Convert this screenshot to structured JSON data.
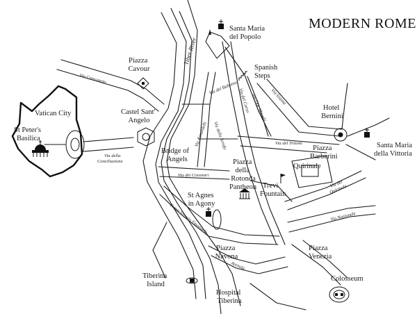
{
  "map": {
    "title": "MODERN ROME",
    "river_label": "Tiber River",
    "landmarks": [
      {
        "id": "santa-maria-del-popolo",
        "lines": [
          "Santa Maria",
          "del Popolo"
        ],
        "icon": "church-icon"
      },
      {
        "id": "piazza-cavour",
        "lines": [
          "Piazza",
          "Cavour"
        ],
        "icon": "square-marker-icon"
      },
      {
        "id": "spanish-steps",
        "lines": [
          "Spanish",
          "Steps"
        ],
        "icon": "steps-icon"
      },
      {
        "id": "vatican-city",
        "lines": [
          "Vatican City"
        ],
        "icon": ""
      },
      {
        "id": "st-peters-basilica",
        "lines": [
          "St Peter's",
          "Basilica"
        ],
        "icon": "dome-icon"
      },
      {
        "id": "castel-sant-angelo",
        "lines": [
          "Castel Sant'",
          "Angelo"
        ],
        "icon": "castle-icon"
      },
      {
        "id": "hotel-bernini",
        "lines": [
          "Hotel",
          "Bernini"
        ],
        "icon": "fountain-circle-icon"
      },
      {
        "id": "santa-maria-della-vittoria",
        "lines": [
          "Santa Maria",
          "della Vittoria"
        ],
        "icon": "church-icon"
      },
      {
        "id": "bridge-of-angels",
        "lines": [
          "Bridge of",
          "Angels"
        ],
        "icon": ""
      },
      {
        "id": "piazza-barberini",
        "lines": [
          "Piazza",
          "Barberini"
        ],
        "icon": ""
      },
      {
        "id": "quirinale",
        "lines": [
          "Quirinale"
        ],
        "icon": ""
      },
      {
        "id": "piazza-della-rotonda",
        "lines": [
          "Piazza",
          "della",
          "Rotonda"
        ],
        "icon": ""
      },
      {
        "id": "pantheon",
        "lines": [
          "Pantheon"
        ],
        "icon": "temple-icon"
      },
      {
        "id": "trevi-fountain",
        "lines": [
          "Trevi",
          "Fountain"
        ],
        "icon": "flag-icon"
      },
      {
        "id": "st-agnes-in-agony",
        "lines": [
          "St Agnes",
          "in Agony"
        ],
        "icon": "church-icon"
      },
      {
        "id": "piazza-navona",
        "lines": [
          "Piazza",
          "Navona"
        ],
        "icon": ""
      },
      {
        "id": "piazza-venezia",
        "lines": [
          "Piazza",
          "Venezia"
        ],
        "icon": ""
      },
      {
        "id": "tiberina-island",
        "lines": [
          "Tiberina",
          "Island"
        ],
        "icon": ""
      },
      {
        "id": "hospital-tiberina",
        "lines": [
          "Hospital",
          "Tiberina"
        ],
        "icon": "hospital-icon"
      },
      {
        "id": "colosseum",
        "lines": [
          "Colosseum"
        ],
        "icon": "colosseum-icon"
      }
    ],
    "streets": [
      {
        "id": "via-crescenzio",
        "text": "Via Crescenzio"
      },
      {
        "id": "via-della-conciliazione",
        "lines": [
          "Via della",
          "Conciliazione"
        ]
      },
      {
        "id": "via-del-babuino",
        "text": "Via del Babuino"
      },
      {
        "id": "via-della-scrofa",
        "text": "Via della Scrofa"
      },
      {
        "id": "via-zanardelli",
        "text": "Via Zanardelli"
      },
      {
        "id": "via-del-corso",
        "text": "Via del Corso"
      },
      {
        "id": "via-due-macelli",
        "text": "Via Due Macelli"
      },
      {
        "id": "via-sistina",
        "text": "Via Sistina"
      },
      {
        "id": "via-del-tritone",
        "text": "Via del Tritone"
      },
      {
        "id": "via-dei-coronari",
        "text": "Via dei Coronari"
      },
      {
        "id": "via-del-quirinale",
        "lines": [
          "Via del",
          "Quirinale"
        ]
      },
      {
        "id": "via-nazionale",
        "text": "Via Nazionale"
      },
      {
        "id": "corso-vittorio-emanuele",
        "text": "Corso Vittorio Emanuele"
      },
      {
        "id": "arenula",
        "text": "Arenula"
      }
    ]
  }
}
